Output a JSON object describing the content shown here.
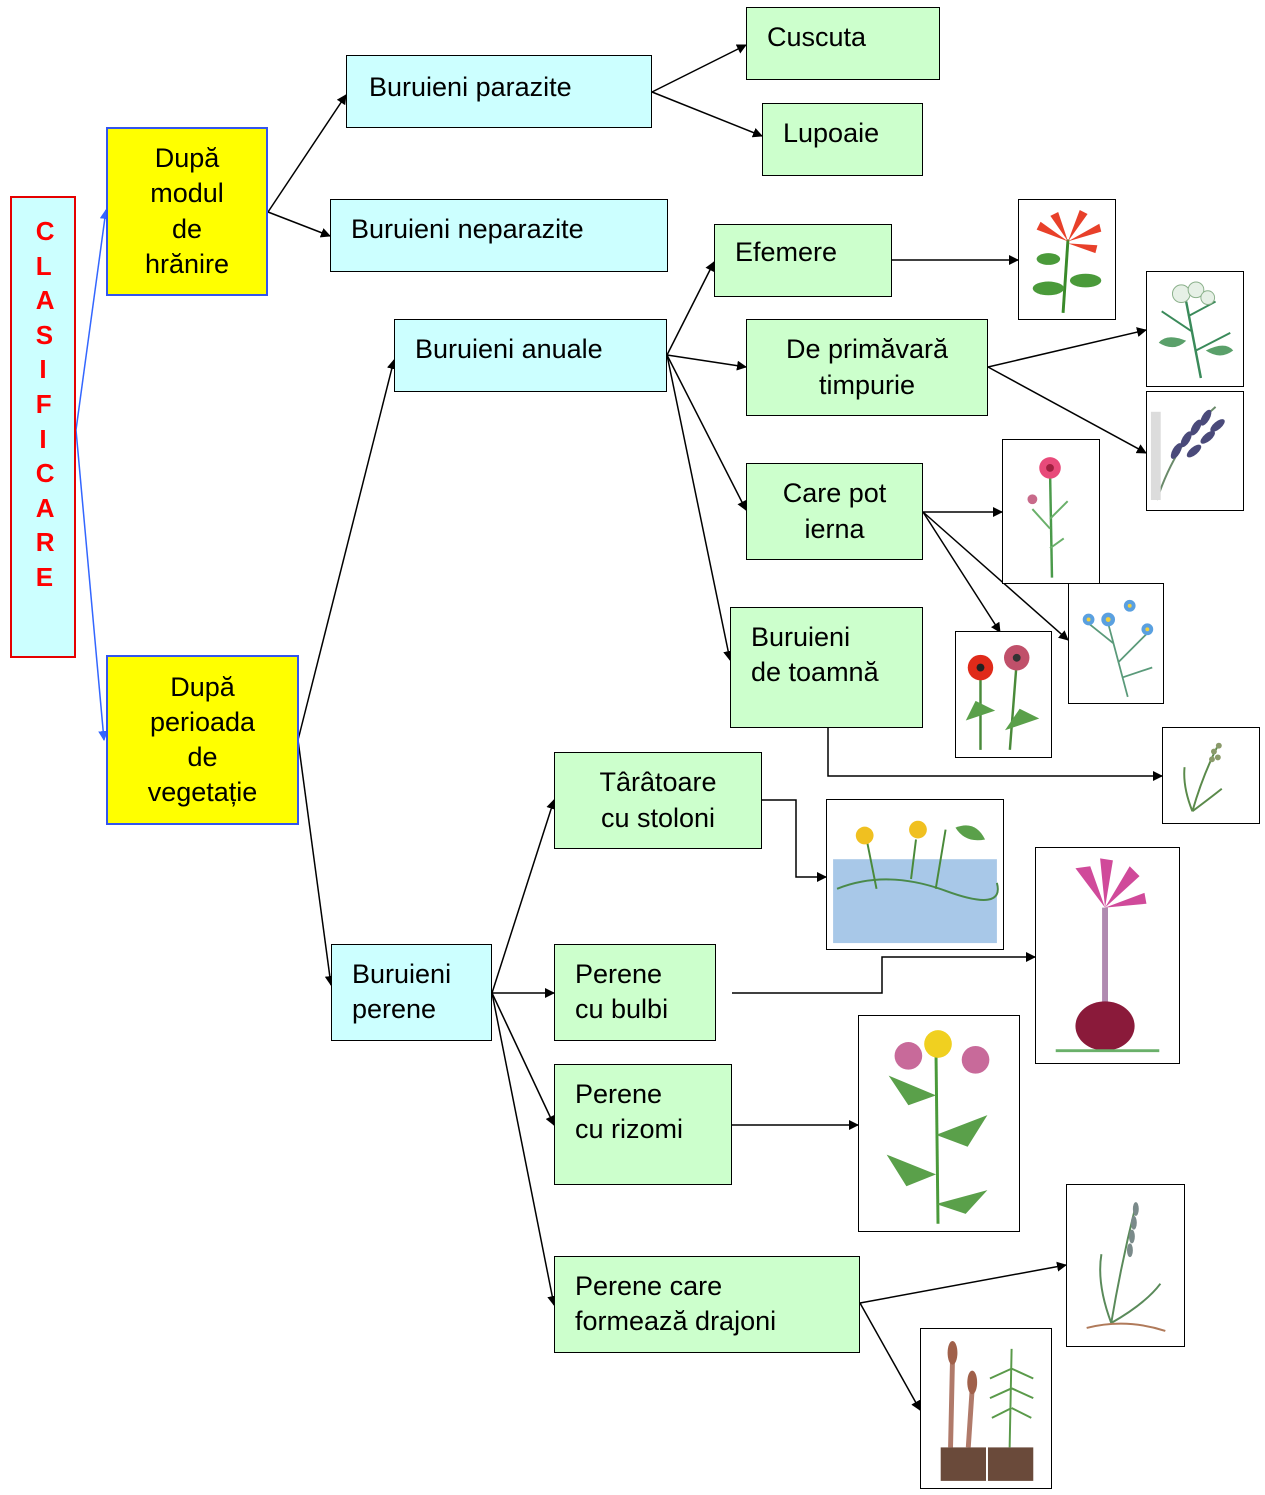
{
  "root": {
    "label": "CLASIFICARE",
    "border_color": "#e60000",
    "text_color": "#ff0000"
  },
  "criteria": {
    "feeding": "După\nmodul\nde\nhrănire",
    "vegetation": "După\nperioada\nde\nvegetație"
  },
  "feeding_types": {
    "parasitic": "Buruieni parazite",
    "nonparasitic": "Buruieni neparazite",
    "cuscuta": "Cuscuta",
    "lupoaie": "Lupoaie"
  },
  "annual": {
    "title": "Buruieni anuale",
    "efemere": "Efemere",
    "spring": "De primăvară\ntimpurie",
    "winter": "Care pot\nierna",
    "autumn": "Buruieni\nde toamnă"
  },
  "perennial": {
    "title": "Buruieni\nperene",
    "stolons": "Târâtoare\ncu stoloni",
    "bulbs": "Perene\ncu bulbi",
    "rhizomes": "Perene\ncu rizomi",
    "suckers": "Perene care\nformează drajoni"
  },
  "colors": {
    "cyan_box": "#ccffff",
    "green_box": "#ccffcc",
    "yellow_box": "#ffff00",
    "blue_border": "#3355ee",
    "arrow": "#000000",
    "blue_arrow": "#3366ff"
  },
  "images": [
    "red-tubular-flower-illustration",
    "white-flower-plant-illustration",
    "grass-panicle-illustration",
    "pink-carnation-illustration",
    "blue-daisy-plant-illustration",
    "red-poppy-illustration",
    "small-grass-illustration",
    "yellow-buttercup-with-runners-illustration",
    "pink-crocus-bulb-illustration",
    "thistle-illustration",
    "couch-grass-illustration",
    "horsetail-illustration"
  ]
}
